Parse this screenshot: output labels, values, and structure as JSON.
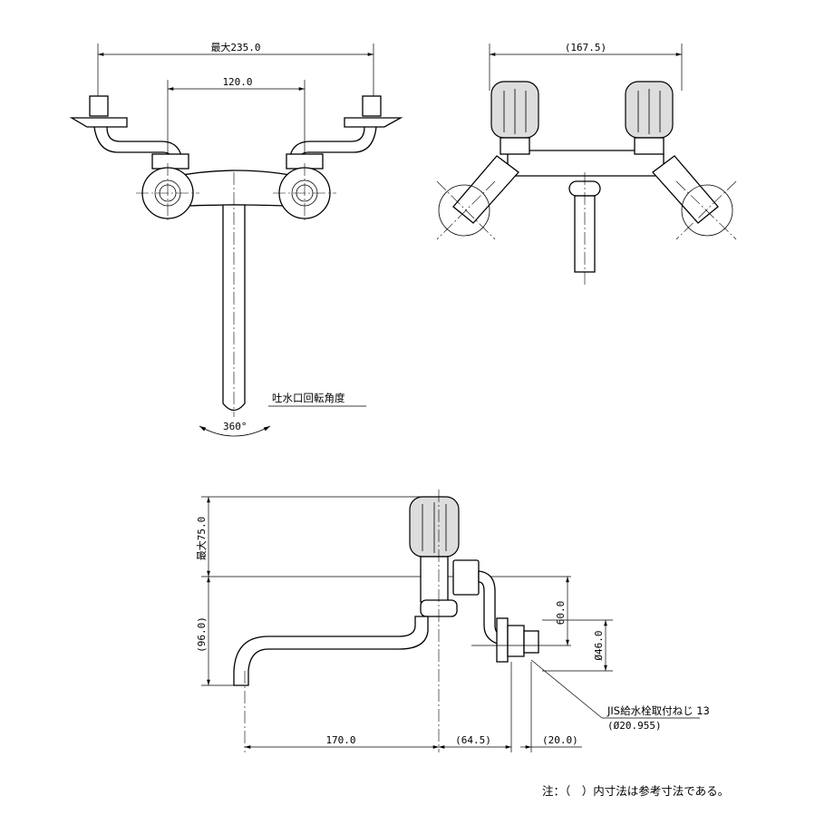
{
  "dims": {
    "front_max_width": "最大235.0",
    "front_center": "120.0",
    "spout_rotation_label": "吐水口回転角度",
    "spout_rotation_value": "360°",
    "side_width": "(167.5)",
    "side_height_max": "最大75.0",
    "side_height_96": "(96.0)",
    "side_spout": "170.0",
    "side_64": "(64.5)",
    "side_20": "(20.0)",
    "side_60": "60.0",
    "side_46": "Ø46.0",
    "jis_label": "JIS給水栓取付ねじ  13",
    "jis_sub": "(Ø20.955)"
  },
  "note": "注：（　）内寸法は参考寸法である。"
}
